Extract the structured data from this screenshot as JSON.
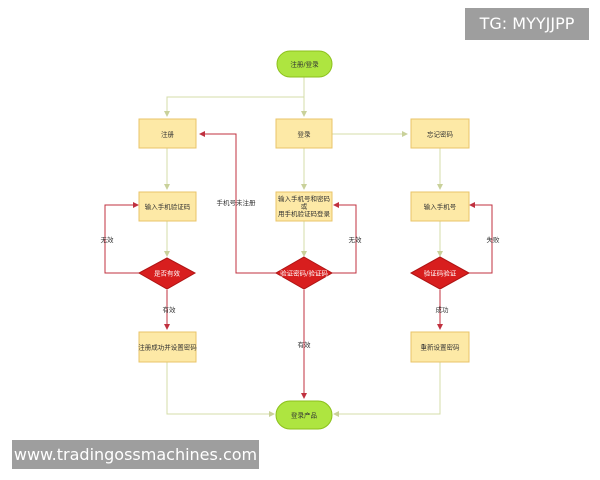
{
  "watermarks": {
    "top_right": "TG: MYYJJPP",
    "bottom_left": "www.tradingossmachines.com"
  },
  "nodes": {
    "start": "注册/登录",
    "register": "注册",
    "login": "登录",
    "forgot": "忘记密码",
    "input_phone_code": "输入手机验证码",
    "login_method_line1": "输入手机号和密码",
    "login_method_line2": "或",
    "login_method_line3": "用手机验证码登录",
    "input_phone": "输入手机号",
    "check_valid": "是否有效",
    "verify_login": "验证密码/验证码",
    "verify_code": "验证码验证",
    "register_success": "注册成功并设置密码",
    "reset_password": "重新设置密码",
    "end": "登录产品"
  },
  "edges": {
    "invalid_left": "无效",
    "valid_left": "有效",
    "unregistered": "手机号未注册",
    "invalid_mid": "无效",
    "valid_mid": "有效",
    "success_right": "成功",
    "fail_right": "失败"
  },
  "colors": {
    "terminal_fill": "#aee540",
    "terminal_stroke": "#8cc01c",
    "process_fill": "#fde9a6",
    "process_stroke": "#e9c469",
    "decision_fill": "#d81e1e",
    "flow_line": "#d4dca8",
    "loop_line": "#c0303f"
  }
}
